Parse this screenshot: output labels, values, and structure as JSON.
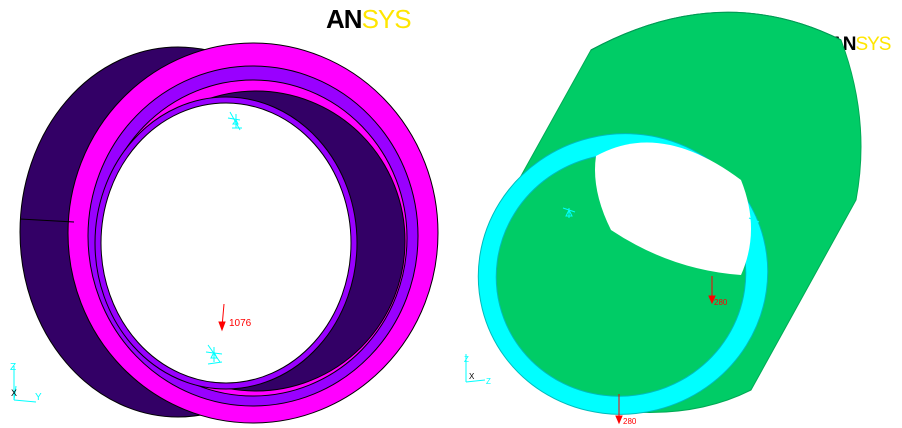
{
  "left_view": {
    "logo_prefix": "AN",
    "logo_suffix": "SYS",
    "load_value": "1076",
    "triad": {
      "z_label": "Z",
      "x_label": "X",
      "y_label": "Y"
    },
    "colors": {
      "outer_shell": "#330066",
      "ring_face": "#ff00ff",
      "ring_inner": "#9900ff",
      "load": "#ff0000",
      "constraint": "#00ffff"
    }
  },
  "right_view": {
    "logo_prefix": "AN",
    "logo_suffix": "SYS",
    "load_value_top": "280",
    "load_value_bottom": "280",
    "triad": {
      "z_label": "Z",
      "x_label": "X",
      "y_label": "Z"
    },
    "colors": {
      "cylinder": "#00cc66",
      "ring_face": "#00ffff",
      "load": "#ff0000",
      "constraint": "#00ffff"
    }
  }
}
